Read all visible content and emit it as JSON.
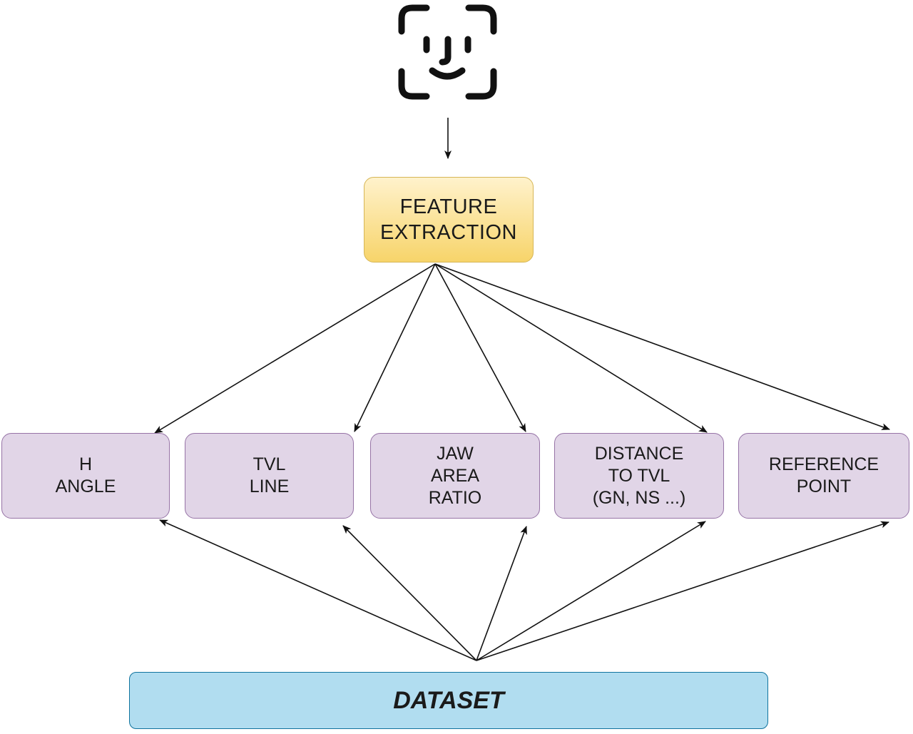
{
  "icon": "face-id-icon",
  "feature_node": {
    "label": "FEATURE\nEXTRACTION"
  },
  "features": [
    {
      "id": "h-angle",
      "label": "H\nANGLE"
    },
    {
      "id": "tvl-line",
      "label": "TVL\nLINE"
    },
    {
      "id": "jaw-area-ratio",
      "label": "JAW\nAREA\nRATIO"
    },
    {
      "id": "distance-to-tvl",
      "label": "DISTANCE\nTO TVL\n(GN, NS ...)"
    },
    {
      "id": "reference-point",
      "label": "REFERENCE\nPOINT"
    }
  ],
  "dataset_node": {
    "label": "DATASET"
  },
  "edges": [
    {
      "from": "face-id-icon",
      "to": "feature-extraction"
    },
    {
      "from": "feature-extraction",
      "to": "h-angle"
    },
    {
      "from": "feature-extraction",
      "to": "tvl-line"
    },
    {
      "from": "feature-extraction",
      "to": "jaw-area-ratio"
    },
    {
      "from": "feature-extraction",
      "to": "distance-to-tvl"
    },
    {
      "from": "feature-extraction",
      "to": "reference-point"
    },
    {
      "from": "dataset",
      "to": "h-angle"
    },
    {
      "from": "dataset",
      "to": "tvl-line"
    },
    {
      "from": "dataset",
      "to": "jaw-area-ratio"
    },
    {
      "from": "dataset",
      "to": "distance-to-tvl"
    },
    {
      "from": "dataset",
      "to": "reference-point"
    }
  ],
  "colors": {
    "feature_fill_top": "#fff2cc",
    "feature_fill_bottom": "#f7d46a",
    "feature_stroke": "#d6b656",
    "purple_fill": "#e1d5e7",
    "purple_stroke": "#9673a6",
    "dataset_fill": "#b1ddf0",
    "dataset_stroke": "#10739e",
    "edge": "#111111"
  }
}
